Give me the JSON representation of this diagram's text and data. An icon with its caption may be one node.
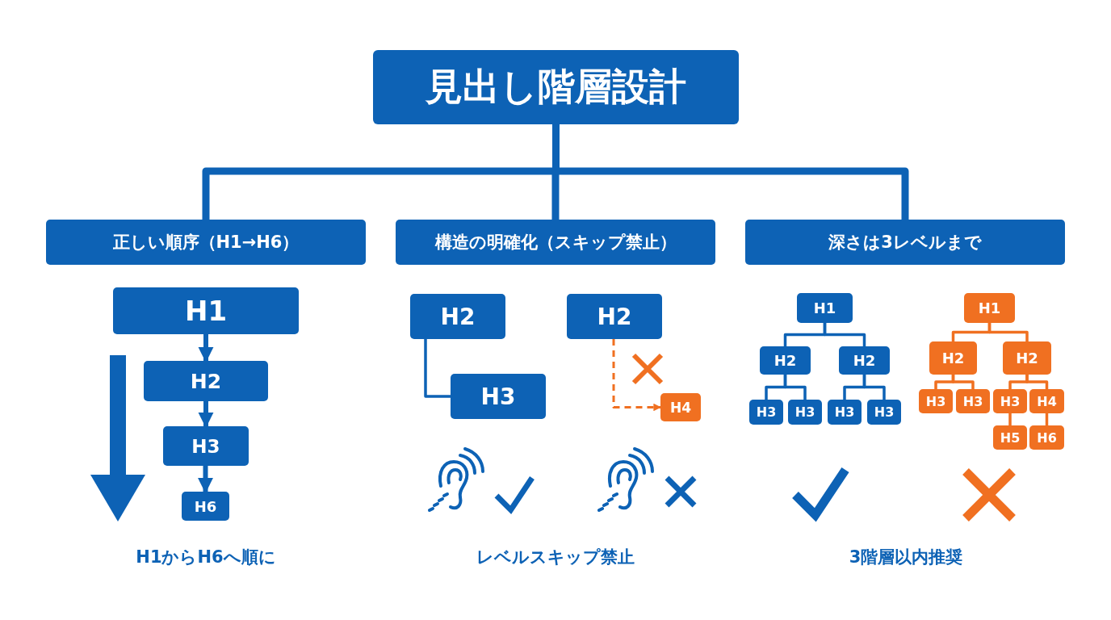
{
  "diagram": {
    "title": "見出し階層設計",
    "nodes": [
      {
        "text": [
          "正しい順序（H1→H6）"
        ]
      },
      {
        "text": [
          "構造の明確化（スキップ禁止）"
        ]
      },
      {
        "text": [
          "深さは3レベルまで"
        ]
      },
      {
        "text": [
          "H1"
        ]
      },
      {
        "text": [
          "H2"
        ]
      },
      {
        "text": [
          "H3"
        ]
      },
      {
        "text": [
          "H6"
        ]
      },
      {
        "text": [
          "H2"
        ]
      },
      {
        "text": [
          "H3"
        ]
      },
      {
        "text": [
          "H2"
        ]
      },
      {
        "text": [
          "H4"
        ]
      },
      {
        "text": [
          "H1"
        ]
      },
      {
        "text": [
          "H2"
        ]
      },
      {
        "text": [
          "H2"
        ]
      },
      {
        "text": [
          "H3"
        ]
      },
      {
        "text": [
          "H3"
        ]
      },
      {
        "text": [
          "H3"
        ]
      },
      {
        "text": [
          "H3"
        ]
      },
      {
        "text": [
          "H1"
        ]
      },
      {
        "text": [
          "H2"
        ]
      },
      {
        "text": [
          "H2"
        ]
      },
      {
        "text": [
          "H3"
        ]
      },
      {
        "text": [
          "H3"
        ]
      },
      {
        "text": [
          "H3"
        ]
      },
      {
        "text": [
          "H4"
        ]
      },
      {
        "text": [
          "H5"
        ]
      },
      {
        "text": [
          "H6"
        ]
      }
    ],
    "edges": [
      {
        "from": null,
        "to": 0,
        "arrow": "none",
        "style": "thick"
      },
      {
        "from": null,
        "to": 1,
        "arrow": "none",
        "style": "thick"
      },
      {
        "from": null,
        "to": 2,
        "arrow": "none",
        "style": "thick"
      },
      {
        "from": 3,
        "to": 4,
        "arrow": "to"
      },
      {
        "from": 4,
        "to": 5,
        "arrow": "to"
      },
      {
        "from": 5,
        "to": 6,
        "arrow": "to"
      },
      {
        "from": 7,
        "to": 8,
        "arrow": "none"
      },
      {
        "from": 9,
        "to": 10,
        "arrow": "to",
        "style": "dashed",
        "color": "#f07021"
      },
      {
        "from": 11,
        "to": 12,
        "arrow": "none"
      },
      {
        "from": 11,
        "to": 13,
        "arrow": "none"
      },
      {
        "from": 12,
        "to": 14,
        "arrow": "none"
      },
      {
        "from": 12,
        "to": 15,
        "arrow": "none"
      },
      {
        "from": 13,
        "to": 16,
        "arrow": "none"
      },
      {
        "from": 13,
        "to": 17,
        "arrow": "none"
      },
      {
        "from": 18,
        "to": 19,
        "arrow": "none",
        "color": "#f07021"
      },
      {
        "from": 18,
        "to": 20,
        "arrow": "none",
        "color": "#f07021"
      },
      {
        "from": 19,
        "to": 21,
        "arrow": "none",
        "color": "#f07021"
      },
      {
        "from": 19,
        "to": 22,
        "arrow": "none",
        "color": "#f07021"
      },
      {
        "from": 20,
        "to": 23,
        "arrow": "none",
        "color": "#f07021"
      },
      {
        "from": 20,
        "to": 24,
        "arrow": "none",
        "color": "#f07021"
      },
      {
        "from": 23,
        "to": 25,
        "arrow": "none",
        "color": "#f07021"
      },
      {
        "from": 24,
        "to": 26,
        "arrow": "none",
        "color": "#f07021"
      }
    ],
    "labels": [
      "H1からH6へ順に",
      "レベルスキップ禁止",
      "3階層以内推奨"
    ]
  }
}
